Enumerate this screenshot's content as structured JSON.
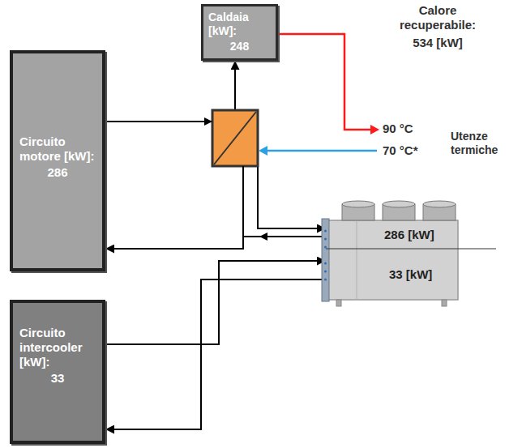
{
  "diagram": {
    "nodes": [
      {
        "text": [
          "Caldaia [kW]:",
          "248"
        ]
      },
      {
        "text": [
          "Circuito motore [kW]:",
          "286"
        ]
      },
      {
        "text": [
          "286 [kW]"
        ]
      },
      {
        "text": [
          "33 [kW]"
        ]
      },
      {
        "text": [
          "Circuito intercooler [kW]:",
          "33"
        ]
      }
    ],
    "edges": [
      {
        "from": 1,
        "to": 0,
        "arrow": "to"
      },
      {
        "from": 1,
        "to": 2,
        "arrow": "to"
      },
      {
        "from": 2,
        "to": 1,
        "arrow": "to"
      },
      {
        "from": 4,
        "to": 3,
        "arrow": "to"
      },
      {
        "from": 3,
        "to": 4,
        "arrow": "to"
      }
    ],
    "labels": [
      "Calore recuperabile:",
      "534 [kW]",
      "90 °C",
      "70 °C*",
      "Utenze termiche"
    ]
  }
}
